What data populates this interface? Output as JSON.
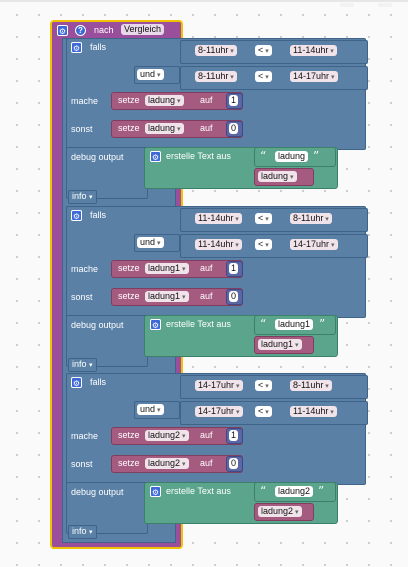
{
  "function": {
    "keyword": "nach",
    "name": "Vergleich"
  },
  "labels": {
    "if": "falls",
    "and": "und",
    "then": "mache",
    "else": "sonst",
    "debug": "debug output",
    "info": "info",
    "create_text": "erstelle Text aus",
    "set": "setze",
    "to": "auf"
  },
  "blocks": [
    {
      "cond1": {
        "left": "8-11uhr",
        "op": "<",
        "right": "11-14uhr"
      },
      "cond2": {
        "left": "8-11uhr",
        "op": "<",
        "right": "14-17uhr"
      },
      "then_var": "ladung",
      "then_val": "1",
      "else_var": "ladung",
      "else_val": "0",
      "text_string": "ladung",
      "text_var": "ladung"
    },
    {
      "cond1": {
        "left": "11-14uhr",
        "op": "<",
        "right": "8-11uhr"
      },
      "cond2": {
        "left": "11-14uhr",
        "op": "<",
        "right": "14-17uhr"
      },
      "then_var": "ladung1",
      "then_val": "1",
      "else_var": "ladung1",
      "else_val": "0",
      "text_string": "ladung1",
      "text_var": "ladung1"
    },
    {
      "cond1": {
        "left": "14-17uhr",
        "op": "<",
        "right": "8-11uhr"
      },
      "cond2": {
        "left": "14-17uhr",
        "op": "<",
        "right": "11-14uhr"
      },
      "then_var": "ladung2",
      "then_val": "1",
      "else_var": "ladung2",
      "else_val": "0",
      "text_string": "ladung2",
      "text_var": "ladung2"
    }
  ],
  "colors": {
    "function": "#9a4f9c",
    "highlight": "#f2c200",
    "logic": "#5a80a6",
    "variable": "#a55b80",
    "math": "#5b67a5",
    "text": "#5ba58c"
  }
}
